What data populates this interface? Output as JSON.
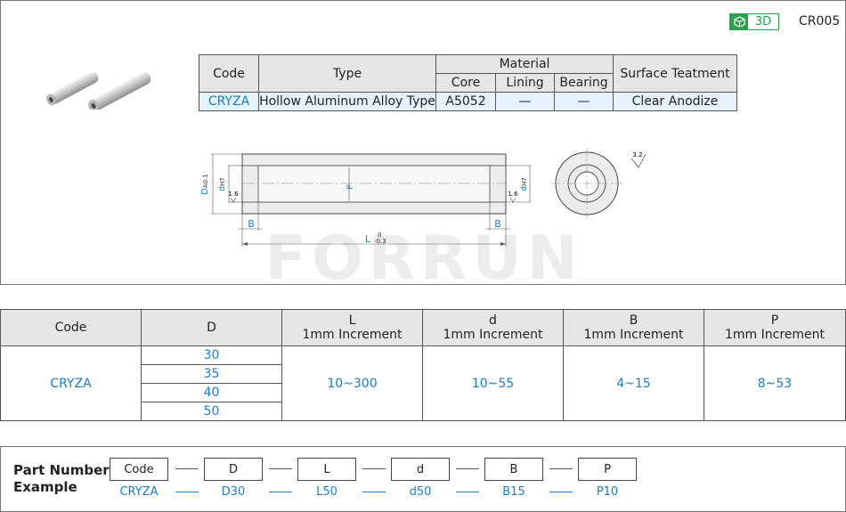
{
  "header": {
    "badge_3d": "3D",
    "product_code": "CR005"
  },
  "spec_table": {
    "headers": {
      "code": "Code",
      "type": "Type",
      "material": "Material",
      "core": "Core",
      "lining": "Lining",
      "bearing": "Bearing",
      "surface": "Surface Teatment"
    },
    "row": {
      "code": "CRYZA",
      "type": "Hollow Aluminum Alloy Type",
      "core": "A5052",
      "lining": "—",
      "bearing": "—",
      "surface": "Clear Anodize"
    }
  },
  "drawing": {
    "dim_D": "D",
    "dim_D_sub": "A0.1",
    "dim_d": "d",
    "dim_d_sub": "H7",
    "dim_P": "P",
    "dim_B": "B",
    "dim_L": "L",
    "dim_L_upper": "0",
    "dim_L_lower": "-0.3",
    "rough_16": "1.6",
    "rough_32": "3.2",
    "watermark": "FORRUN"
  },
  "dimension_table": {
    "headers": {
      "code": "Code",
      "D": "D",
      "L": "L",
      "L_sub": "1mm Increment",
      "d": "d",
      "d_sub": "1mm Increment",
      "B": "B",
      "B_sub": "1mm Increment",
      "P": "P",
      "P_sub": "1mm Increment"
    },
    "code": "CRYZA",
    "D_values": [
      "30",
      "35",
      "40",
      "50"
    ],
    "L_range": "10~300",
    "d_range": "10~55",
    "B_range": "4~15",
    "P_range": "8~53"
  },
  "part_number": {
    "title_line1": "Part Number",
    "title_line2": "Example",
    "fields": [
      "Code",
      "D",
      "L",
      "d",
      "B",
      "P"
    ],
    "values": [
      "CRYZA",
      "D30",
      "L50",
      "d50",
      "B15",
      "P10"
    ]
  },
  "colors": {
    "accent_blue": "#1a7fc1",
    "badge_green": "#2aa14a",
    "header_gray": "#e6e6e6",
    "light_blue_row": "#e6f2fb"
  }
}
